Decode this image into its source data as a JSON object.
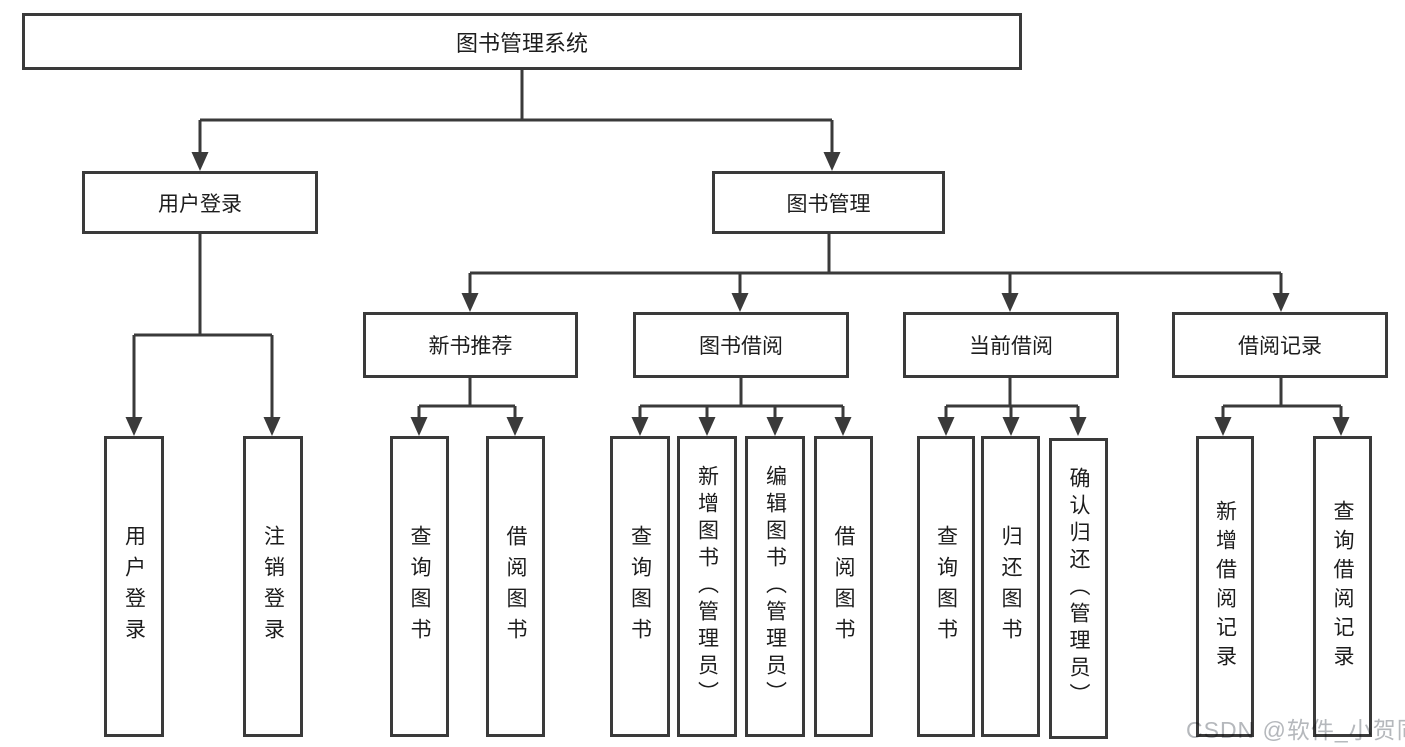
{
  "diagram_title": "图书管理系统",
  "tree": {
    "label": "图书管理系统",
    "children": [
      {
        "label": "用户登录",
        "children": [
          {
            "label": "用户登录"
          },
          {
            "label": "注销登录"
          }
        ]
      },
      {
        "label": "图书管理",
        "children": [
          {
            "label": "新书推荐",
            "children": [
              {
                "label": "查询图书"
              },
              {
                "label": "借阅图书"
              }
            ]
          },
          {
            "label": "图书借阅",
            "children": [
              {
                "label": "查询图书"
              },
              {
                "label": "新增图书（管理员）"
              },
              {
                "label": "编辑图书（管理员）"
              },
              {
                "label": "借阅图书"
              }
            ]
          },
          {
            "label": "当前借阅",
            "children": [
              {
                "label": "查询图书"
              },
              {
                "label": "归还图书"
              },
              {
                "label": "确认归还（管理员）"
              }
            ]
          },
          {
            "label": "借阅记录",
            "children": [
              {
                "label": "新增借阅记录"
              },
              {
                "label": "查询借阅记录"
              }
            ]
          }
        ]
      }
    ]
  },
  "watermark": "CSDN @软件_小贺同学",
  "colors": {
    "line": "#3a3a3a",
    "text": "#1d1d1d",
    "background": "#ffffff",
    "watermark": "#b5b8bc"
  }
}
